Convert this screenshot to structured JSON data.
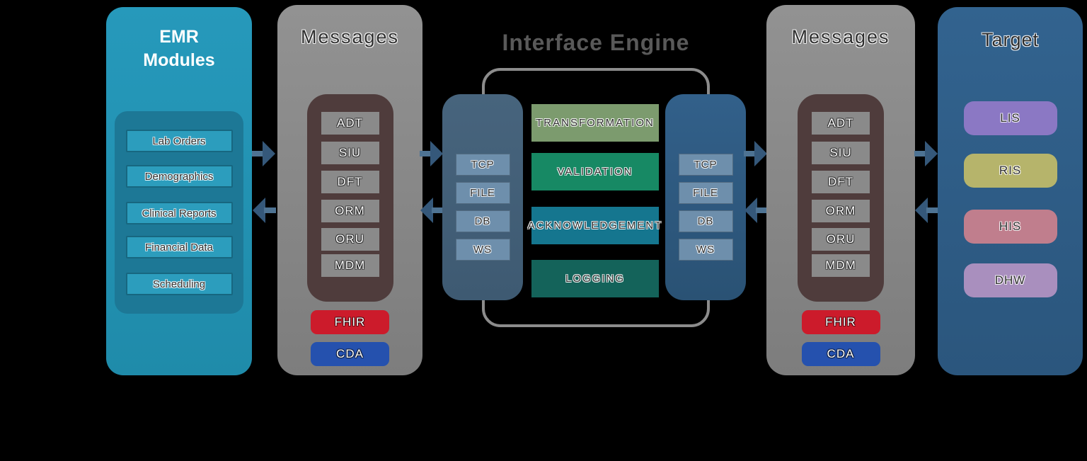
{
  "emr_panel": {
    "title_line1": "EMR",
    "title_line2": "Modules",
    "modules": [
      "Lab Orders",
      "Demographics",
      "Clinical Reports",
      "Financial Data",
      "Scheduling"
    ]
  },
  "messages_left": {
    "title": "Messages",
    "hl7_types": [
      "ADT",
      "SIU",
      "DFT",
      "ORM",
      "ORU",
      "MDM"
    ],
    "formats": [
      {
        "label": "FHIR",
        "color": "#CC1B2B"
      },
      {
        "label": "CDA",
        "color": "#2551AE"
      }
    ]
  },
  "interface_engine": {
    "title": "Interface Engine",
    "ports": [
      "TCP",
      "FILE",
      "DB",
      "WS"
    ],
    "processes": [
      {
        "label": "TRANSFORMATION",
        "color": "#7C9B6E"
      },
      {
        "label": "VALIDATION",
        "color": "#178964"
      },
      {
        "label": "ACKNOWLEDGEMENT",
        "color": "#15768F"
      },
      {
        "label": "LOGGING",
        "color": "#14635A"
      }
    ]
  },
  "messages_right": {
    "title": "Messages",
    "hl7_types": [
      "ADT",
      "SIU",
      "DFT",
      "ORM",
      "ORU",
      "MDM"
    ],
    "formats": [
      {
        "label": "FHIR",
        "color": "#CC1B2B"
      },
      {
        "label": "CDA",
        "color": "#2551AE"
      }
    ]
  },
  "target_panel": {
    "title": "Target",
    "systems": [
      {
        "label": "LIS",
        "color": "#8B78C4"
      },
      {
        "label": "RIS",
        "color": "#B6B46B"
      },
      {
        "label": "HIS",
        "color": "#C07E8D"
      },
      {
        "label": "DHW",
        "color": "#A98FBE"
      }
    ]
  },
  "colors": {
    "emr_panel": "#2397B8",
    "emr_inner": "#1D7896",
    "emr_button": "#2C9DBD",
    "messages_panel": "#8A8A8A",
    "hl7_container": "#4F3C3C",
    "hl7_button": "#8A8A8A",
    "engine_title": "#595959",
    "engine_outline": "#8C8C8C",
    "connector_left": "#43607A",
    "connector_right": "#2E5B82",
    "port_button": "#6E8FAC",
    "target_panel": "#2F5E89",
    "arrow_head": "#35587A",
    "arrow_stem": "#4E7393"
  }
}
